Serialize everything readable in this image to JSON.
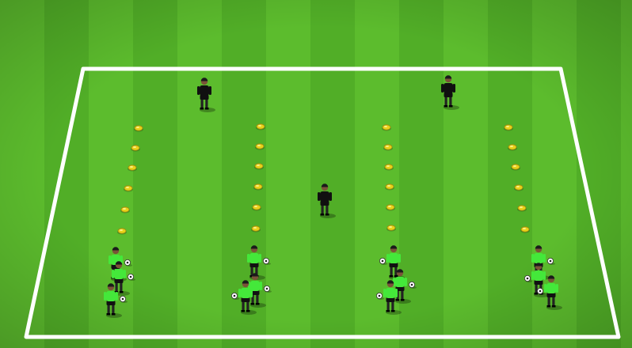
{
  "scene": {
    "colors": {
      "grass_light": "#5fbf30",
      "grass_dark": "#4aa624",
      "pitch_lines": "#ffffff",
      "cones": "#e8d21a",
      "team_shirt": "#44e83a",
      "team_shorts": "#111111",
      "coach_kit": "#101010",
      "ball": "#ffffff"
    },
    "equipment": {
      "cone_lines": 4,
      "cones_per_line": 6,
      "footballs": 12
    },
    "people": {
      "coaches": 3,
      "player_groups": 4,
      "players_per_group": 3
    },
    "icons": [
      "player-figure-icon",
      "coach-figure-icon",
      "cone-icon",
      "football-icon"
    ]
  }
}
